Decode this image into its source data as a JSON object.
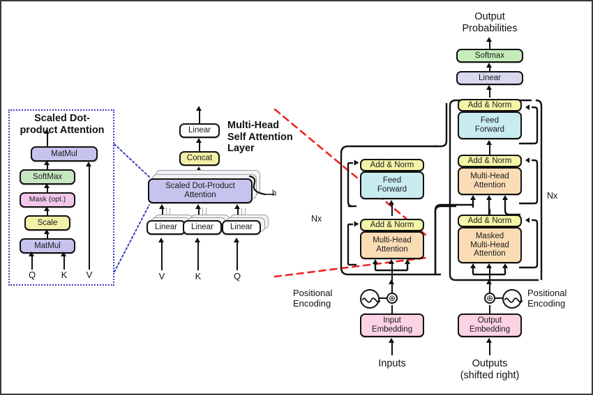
{
  "figure": {
    "title_scaled": "Scaled Dot-\nproduct Attention",
    "title_mha": "Multi-Head\nSelf Attention\nLayer",
    "accent_dotted": "#3b3bc4",
    "accent_dashed": "#ee2222"
  },
  "scaled_panel": {
    "heading": "Scaled Dot-\nproduct Attention",
    "nodes": [
      {
        "label": "MatMul",
        "color": "#c6c3ee"
      },
      {
        "label": "SoftMax",
        "color": "#c5e8c0"
      },
      {
        "label": "Mask (opt.)",
        "color": "#f2c6ed"
      },
      {
        "label": "Scale",
        "color": "#f2f0a8"
      },
      {
        "label": "MatMul",
        "color": "#c6c3ee"
      }
    ],
    "inputs": [
      "Q",
      "K",
      "V"
    ]
  },
  "mha_panel": {
    "heading": "Multi-Head\nSelf Attention\nLayer",
    "nodes": [
      {
        "label": "Linear",
        "color": "#ffffff"
      },
      {
        "label": "Concat",
        "color": "#f2f0a8"
      },
      {
        "label": "Scaled Dot-Product\nAttention",
        "color": "#c6c3ee"
      }
    ],
    "projections": [
      {
        "label": "Linear",
        "color": "#ffffff"
      },
      {
        "label": "Linear",
        "color": "#ffffff"
      },
      {
        "label": "Linear",
        "color": "#ffffff"
      }
    ],
    "heads_label": "h",
    "inputs": [
      "V",
      "K",
      "Q"
    ]
  },
  "transformer": {
    "top_label": "Output\nProbabilities",
    "softmax": {
      "label": "Softmax",
      "color": "#c6ecb9"
    },
    "linear": {
      "label": "Linear",
      "color": "#d8d8ee"
    },
    "encoder": {
      "repeat_label": "Nx",
      "blocks": [
        {
          "label": "Add & Norm",
          "color": "#f5f5a8"
        },
        {
          "label": "Feed\nForward",
          "color": "#c8ecf0"
        },
        {
          "label": "Add & Norm",
          "color": "#f5f5a8"
        },
        {
          "label": "Multi-Head\nAttention",
          "color": "#fbddb5"
        }
      ],
      "positional_label": "Positional\nEncoding",
      "embedding": {
        "label": "Input\nEmbedding",
        "color": "#fbd3e4"
      },
      "io_label": "Inputs",
      "plus": "⊕"
    },
    "decoder": {
      "repeat_label": "Nx",
      "blocks": [
        {
          "label": "Add & Norm",
          "color": "#f5f5a8"
        },
        {
          "label": "Feed\nForward",
          "color": "#c8ecf0"
        },
        {
          "label": "Add & Norm",
          "color": "#f5f5a8"
        },
        {
          "label": "Multi-Head\nAttention",
          "color": "#fbddb5"
        },
        {
          "label": "Add & Norm",
          "color": "#f5f5a8"
        },
        {
          "label": "Masked\nMulti-Head\nAttention",
          "color": "#fbddb5"
        }
      ],
      "positional_label": "Positional\nEncoding",
      "embedding": {
        "label": "Output\nEmbedding",
        "color": "#fbd3e4"
      },
      "io_label": "Outputs\n(shifted right)",
      "plus": "⊕"
    }
  }
}
